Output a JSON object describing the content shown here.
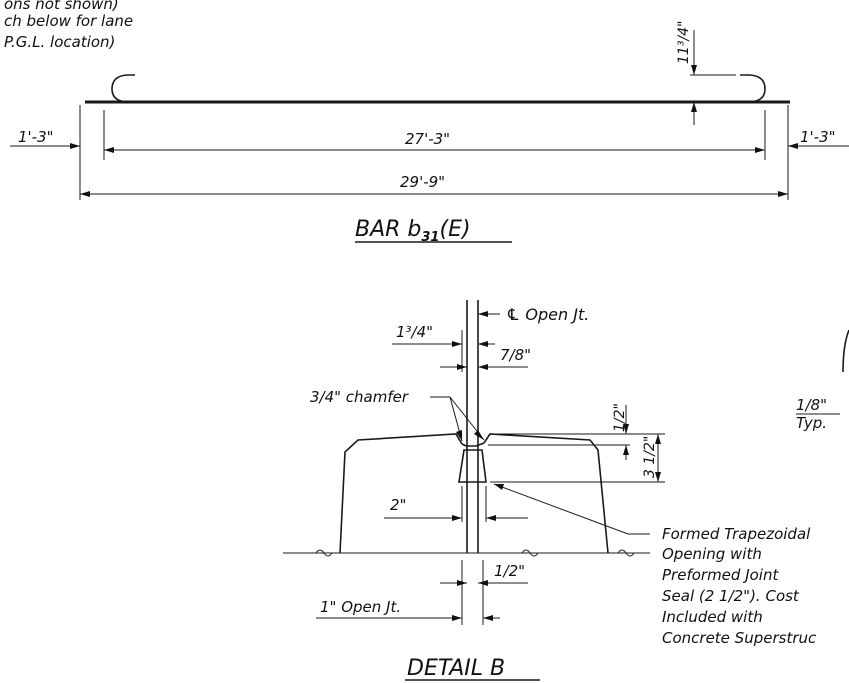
{
  "top_note": {
    "line1": "ons not shown)",
    "line2": "ch below for lane",
    "line3": "P.G.L. location)"
  },
  "bar": {
    "hook_dim": "11³/4\"",
    "left_dim": "1'-3\"",
    "mid_dim": "27'-3\"",
    "right_dim": "1'-3\"",
    "total_dim": "29'-9\"",
    "title_main": "BAR b",
    "title_sub": "31",
    "title_suffix": "(E)"
  },
  "detail": {
    "cl_label": "℄ Open Jt.",
    "dim_1_34": "1³/4\"",
    "dim_7_8": "7/8\"",
    "chamfer_label": "3/4\" chamfer",
    "dim_half_top": "1/2\"",
    "dim_3_half": "3 1/2\"",
    "dim_2": "2\"",
    "dim_half_bottom": "1/2\"",
    "open_jt_label": "1\" Open Jt.",
    "note_lines": [
      "Formed Trapezoidal",
      "Opening with",
      "Preformed Joint",
      "Seal (2 1/2\"). Cost",
      "Included with",
      "Concrete Superstruc"
    ],
    "side_dim": "1/8\"",
    "side_typ": "Typ.",
    "title": "DETAIL B"
  }
}
